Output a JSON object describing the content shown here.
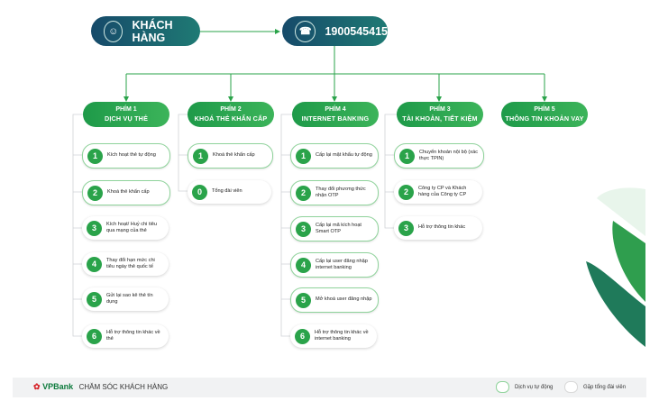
{
  "header": {
    "customer": {
      "label": "KHÁCH HÀNG",
      "icon": "customer-service-person-icon"
    },
    "hotline": {
      "label": "1900545415",
      "icon": "call-center-headset-icon"
    }
  },
  "keys": [
    {
      "line1": "PHÍM 1",
      "line2": "DỊCH VỤ THẺ"
    },
    {
      "line1": "PHÍM 2",
      "line2": "KHOÁ THẺ KHẨN CẤP"
    },
    {
      "line1": "PHÍM 4",
      "line2": "INTERNET BANKING"
    },
    {
      "line1": "PHÍM 3",
      "line2": "TÀI KHOẢN, TIẾT KIỆM"
    },
    {
      "line1": "PHÍM 5",
      "line2": "THÔNG TIN KHOẢN VAY"
    }
  ],
  "columns": [
    {
      "items": [
        {
          "num": "1",
          "text": "Kích hoạt thẻ tự động",
          "auto": true
        },
        {
          "num": "2",
          "text": "Khoá thẻ khẩn cấp",
          "auto": true
        },
        {
          "num": "3",
          "text": "Kích hoạt/ Huỷ chi tiêu qua mạng của thẻ",
          "auto": false
        },
        {
          "num": "4",
          "text": "Thay đổi hạn mức chi tiêu ngày thẻ quốc tế",
          "auto": false
        },
        {
          "num": "5",
          "text": "Gửi lại sao kê thẻ tín dụng",
          "auto": false
        },
        {
          "num": "6",
          "text": "Hỗ trợ thông tin khác về thẻ",
          "auto": false
        }
      ]
    },
    {
      "items": [
        {
          "num": "1",
          "text": "Khoá thẻ khẩn cấp",
          "auto": true
        },
        {
          "num": "0",
          "text": "Tổng đài viên",
          "auto": false
        }
      ]
    },
    {
      "items": [
        {
          "num": "1",
          "text": "Cấp lại mật khẩu tự động",
          "auto": true
        },
        {
          "num": "2",
          "text": "Thay đổi phương thức nhận OTP",
          "auto": true
        },
        {
          "num": "3",
          "text": "Cấp lại mã kích hoạt Smart OTP",
          "auto": true
        },
        {
          "num": "4",
          "text": "Cấp lại user đăng nhập internet banking",
          "auto": true
        },
        {
          "num": "5",
          "text": "Mở khoá user đăng nhập",
          "auto": true
        },
        {
          "num": "6",
          "text": "Hỗ trợ thông tin khác về internet banking",
          "auto": false
        }
      ]
    },
    {
      "items": [
        {
          "num": "1",
          "text": "Chuyển khoản nội bộ (xác thực TPIN)",
          "auto": true
        },
        {
          "num": "2",
          "text": "Công ty CP và Khách hàng của Công ty CP",
          "auto": false
        },
        {
          "num": "3",
          "text": "Hỗ trợ thông tin khác",
          "auto": false
        }
      ]
    }
  ],
  "footer": {
    "brand": "VPBank",
    "care": "CHĂM SÓC KHÁCH HÀNG",
    "logo_icon": "vpbank-logo-icon",
    "legend": [
      {
        "label": "Dịch vụ tự động",
        "color": "#8fd39b"
      },
      {
        "label": "Gặp tổng đài viên",
        "color": "#d9d9d9"
      }
    ]
  },
  "colors": {
    "green": "#2aa34a",
    "navy": "#164a6a",
    "teal": "#1f7a74"
  }
}
